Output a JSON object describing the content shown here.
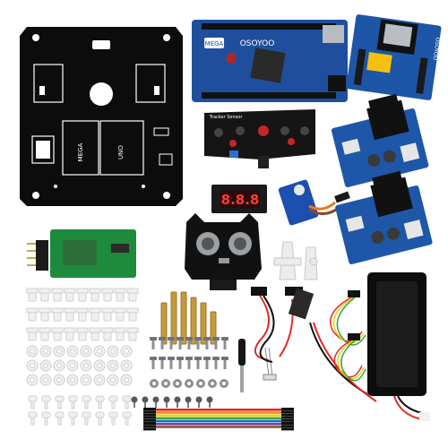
{
  "image": {
    "background": "#ffffff",
    "components": {
      "chassis_plate": {
        "label_mega": "MEGA",
        "label_uno": "UNO",
        "color": "#0c0c0c"
      },
      "mega_board": {
        "brand": "OSOYOO",
        "model": "MEGA",
        "color": "#1f4f9c"
      },
      "wifi_shield": {
        "brand": "OSOYOO",
        "color": "#1d56a6"
      },
      "tracker_sensor": {
        "title": "Tracker Sensor",
        "color": "#151515"
      },
      "voltmeter_display": {
        "reading": "8.8.8"
      },
      "motor_drivers": {
        "count": 2,
        "color": "#1e57a8"
      },
      "ultrasonic_sensor": {
        "color": "#111111"
      },
      "bluetooth_module": {
        "color": "#1e8a3c"
      },
      "servo": {
        "color": "#1d4fb0"
      },
      "battery_box": {
        "color": "#0d0d0d"
      },
      "jumper_cable": {
        "colors": [
          "#e52822",
          "#f08a1f",
          "#f3d016",
          "#2da64a",
          "#2467c7",
          "#7b3fb0",
          "#8b5a2b",
          "#ffffff"
        ]
      },
      "standoffs": {
        "color": "#c59a3c"
      },
      "screws": {
        "color": "#6f7479"
      }
    }
  }
}
